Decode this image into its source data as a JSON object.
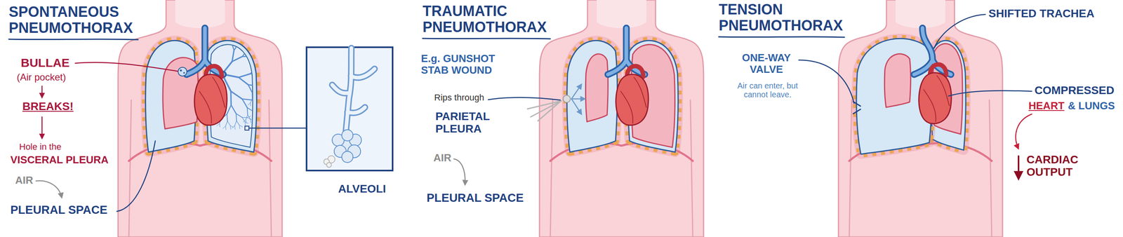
{
  "diagram": {
    "labels": [
      "SPONTANEOUS PNEUMOTHORAX",
      "BULLAE",
      "(Air pocket)",
      "BREAKS!",
      "Hole in the",
      "VISCERAL PLEURA",
      "AIR",
      "PLEURAL SPACE",
      "ALVEOLI",
      "TRAUMATIC PNEUMOTHORAX",
      "E.g. GUNSHOT STAB WOUND",
      "Rips through",
      "PARIETAL PLEURA",
      "AIR",
      "PLEURAL SPACE",
      "TENSION PNEUMOTHORAX",
      "ONE-WAY VALVE",
      "Air can enter, but cannot leave.",
      "SHIFTED TRACHEA",
      "COMPRESSED",
      "HEART",
      "& LUNGS",
      "CARDIAC OUTPUT"
    ]
  }
}
